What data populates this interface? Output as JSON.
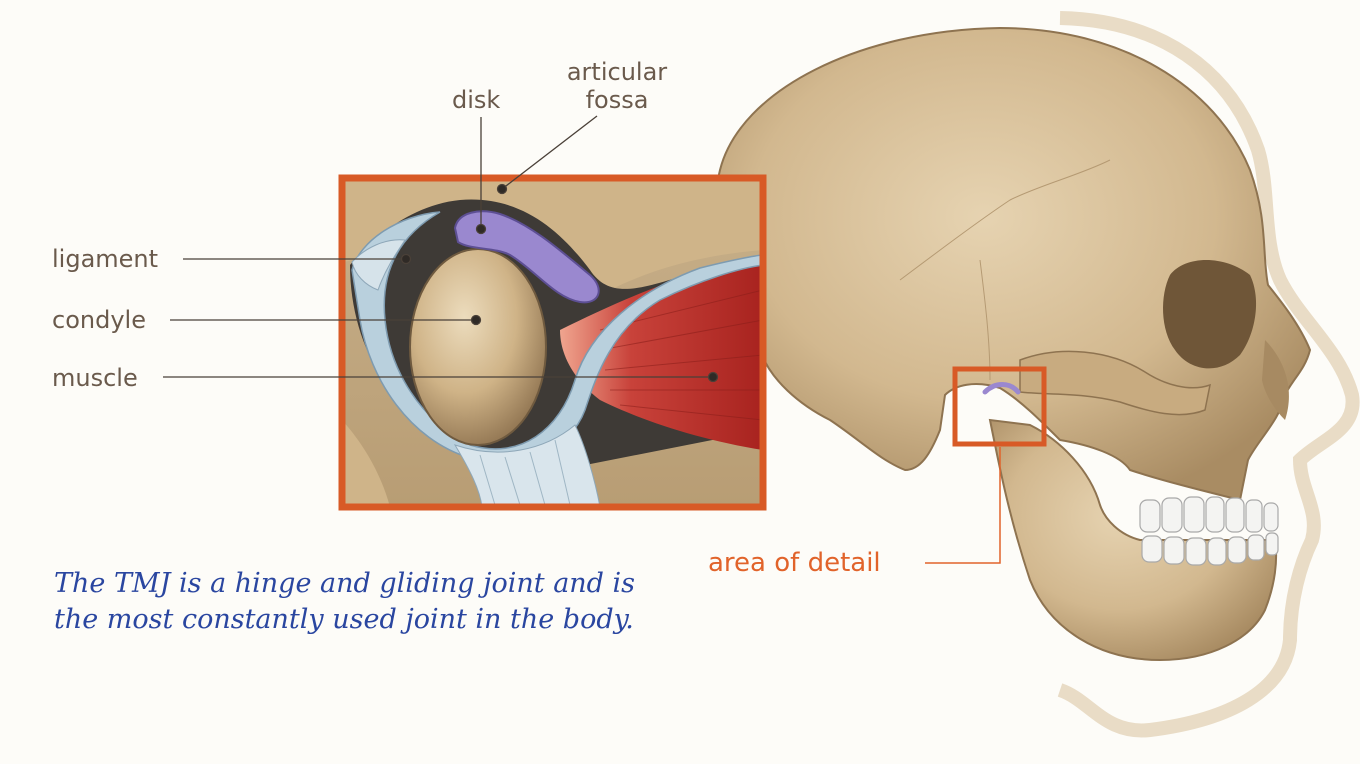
{
  "labels": {
    "disk": "disk",
    "articular_line1": "articular",
    "articular_line2": "fossa",
    "ligament": "ligament",
    "condyle": "condyle",
    "muscle": "muscle",
    "area_of_detail": "area of detail"
  },
  "caption": {
    "line1": "The TMJ is a hinge and gliding joint and is",
    "line2": "the most constantly used joint in the body."
  },
  "colors": {
    "frame": "#d85a26",
    "bone": "#d2b890",
    "disk": "#9a88cf",
    "muscle": "#b8312a",
    "label_text": "#6a5a4c",
    "area_text": "#e1632a",
    "caption_text": "#2a46a0"
  }
}
